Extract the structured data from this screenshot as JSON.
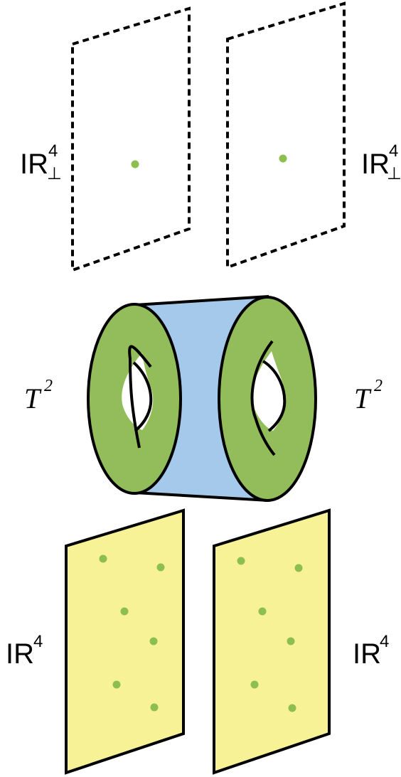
{
  "labels": {
    "perp_left": {
      "base": "IR",
      "sup": "4",
      "sub": "⊥"
    },
    "perp_right": {
      "base": "IR",
      "sup": "4",
      "sub": "⊥"
    },
    "torus_left": {
      "base": "T",
      "sup": "2"
    },
    "torus_right": {
      "base": "T",
      "sup": "2"
    },
    "r4_left": {
      "base": "IR",
      "sup": "4"
    },
    "r4_right": {
      "base": "IR",
      "sup": "4"
    }
  },
  "colors": {
    "dot_green": "#8cbf4f",
    "torus_green": "#92bd5a",
    "cylinder_blue": "#a4c9ea",
    "plane_yellow": "#f7f296",
    "outline": "#000000"
  },
  "icons": {
    "dashed_planes": "dashed-parallelogram",
    "torus": "torus",
    "cylinder": "cylinder",
    "filled_planes": "filled-parallelogram"
  }
}
